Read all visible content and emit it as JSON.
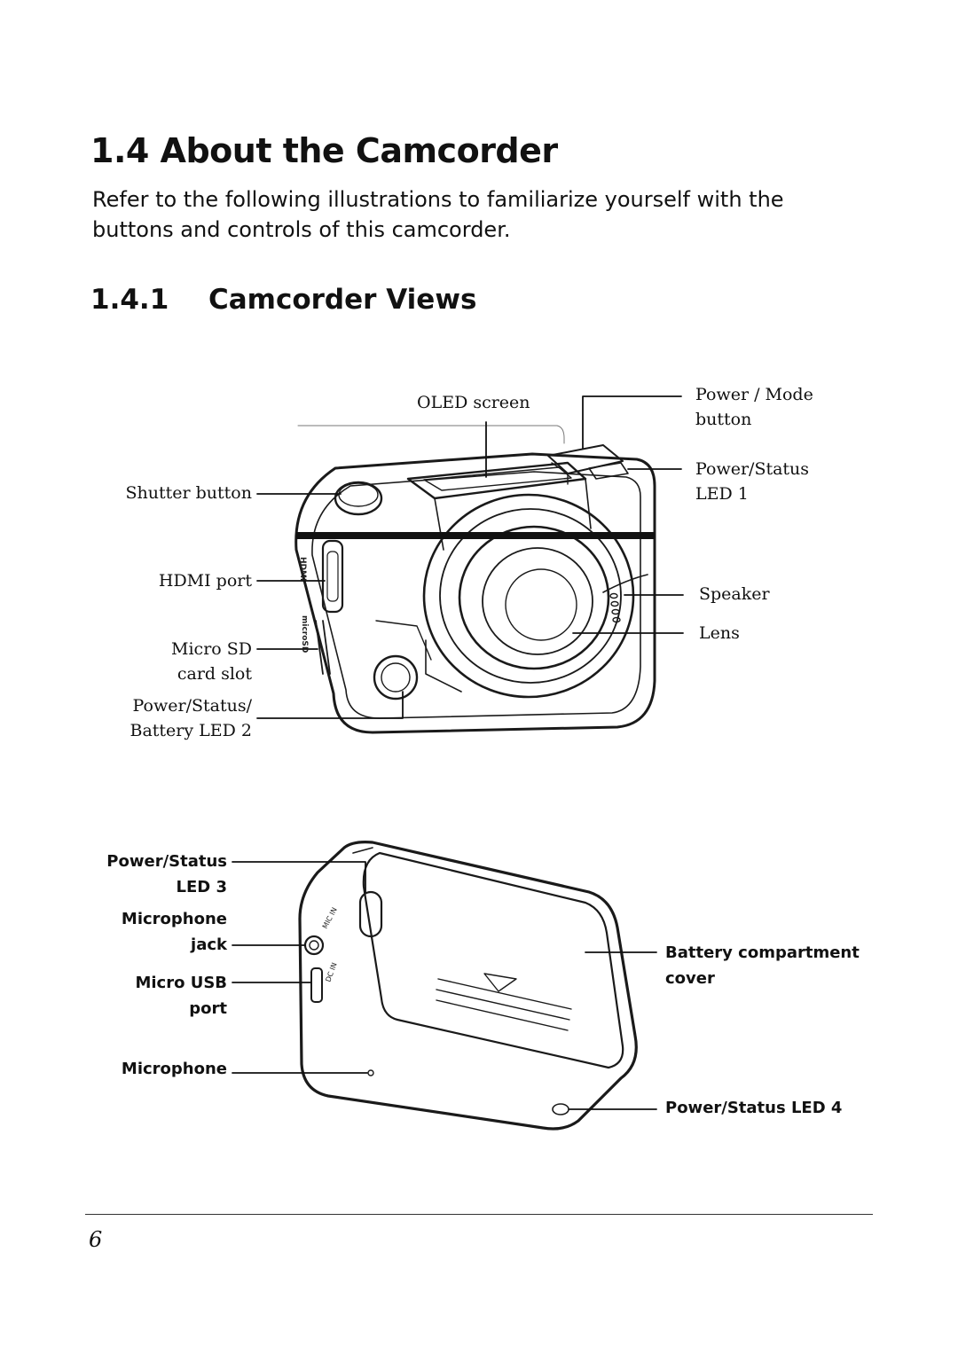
{
  "heading": {
    "number": "1.4",
    "text": "About the Camcorder",
    "full": "1.4 About the Camcorder"
  },
  "intro": "Refer to the following illustrations to familiarize yourself with the buttons and controls of this camcorder.",
  "subheading": {
    "number": "1.4.1",
    "text": "Camcorder Views"
  },
  "front_view": {
    "labels": {
      "oled_screen": "OLED screen",
      "power_mode_1": "Power / Mode",
      "power_mode_2": "button",
      "power_status_led1_1": "Power/Status",
      "power_status_led1_2": "LED 1",
      "shutter_button": "Shutter button",
      "hdmi_port": "HDMI port",
      "speaker": "Speaker",
      "lens": "Lens",
      "micro_sd_1": "Micro SD",
      "micro_sd_2": "card slot",
      "power_status_led2_1": "Power/Status/",
      "power_status_led2_2": "Battery LED 2"
    },
    "side_marks": {
      "hdmi": "HDMI",
      "micro_sd": "microSD"
    }
  },
  "back_view": {
    "labels": {
      "power_status_led3_1": "Power/Status",
      "power_status_led3_2": "LED 3",
      "microphone_jack_1": "Microphone",
      "microphone_jack_2": "jack",
      "micro_usb_1": "Micro USB",
      "micro_usb_2": "port",
      "microphone": "Microphone",
      "battery_cover_1": "Battery compartment",
      "battery_cover_2": "cover",
      "power_status_led4": "Power/Status LED 4"
    },
    "side_marks": {
      "mic_in": "MIC IN",
      "dc_in": "DC IN"
    }
  },
  "page_number": "6"
}
